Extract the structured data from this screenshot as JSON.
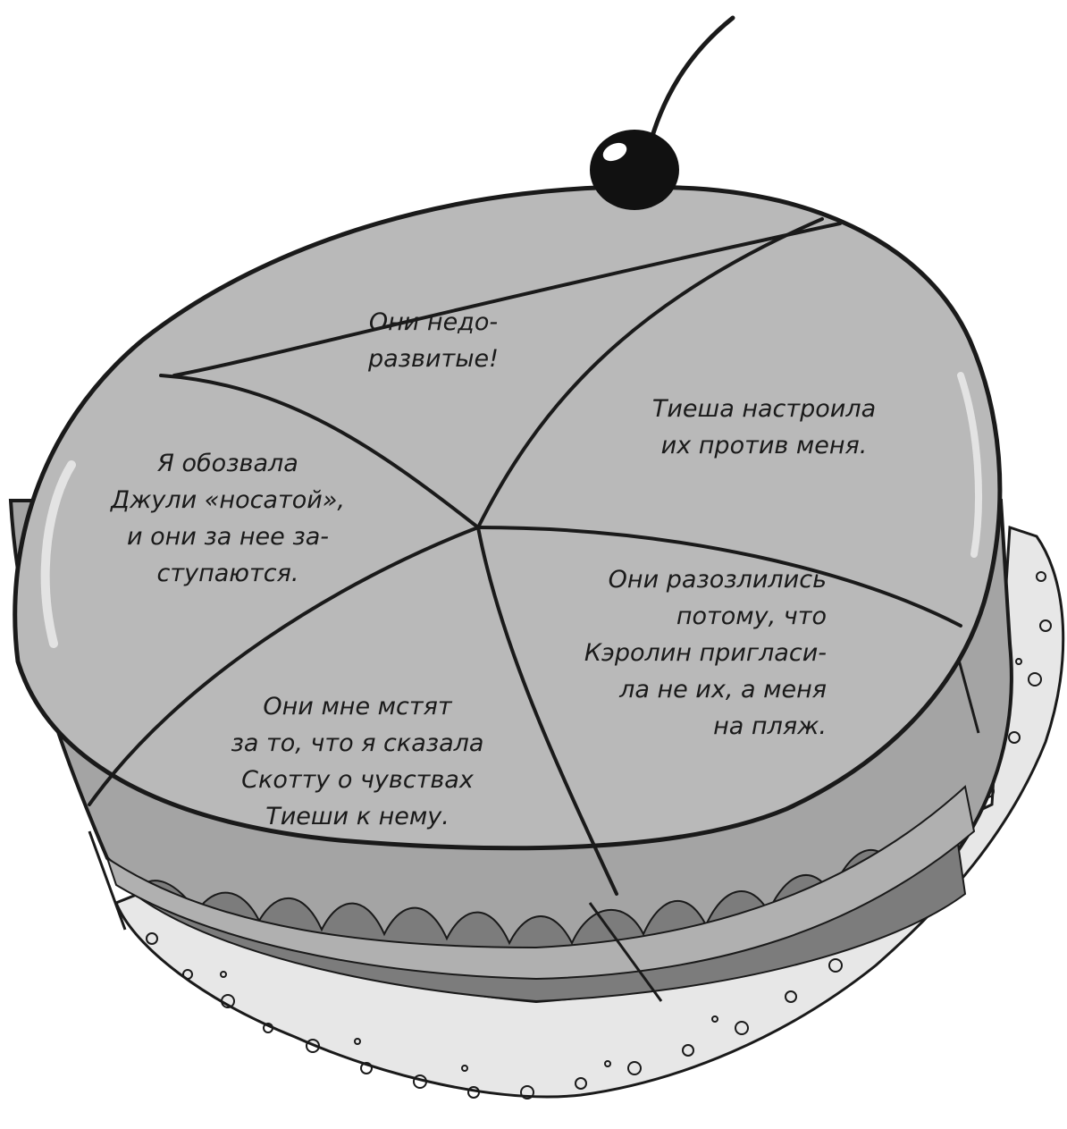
{
  "slices": [
    {
      "id": "top",
      "lines": [
        "Они недо-",
        "развитые!"
      ]
    },
    {
      "id": "right",
      "lines": [
        "Тиеша настроила",
        "их против меня."
      ]
    },
    {
      "id": "left",
      "lines": [
        "Я обозвала",
        "Джули «носатой»,",
        "и они за нее за-",
        "ступаются."
      ]
    },
    {
      "id": "bottom-right",
      "lines": [
        "Они разозлились",
        "потому, что",
        "Кэролин пригласи-",
        "ла не их, а меня",
        "на пляж."
      ]
    },
    {
      "id": "bottom-left",
      "lines": [
        "Они мне мстят",
        "за то, что я сказала",
        "Скотту о чувствах",
        "Тиеши к нему."
      ]
    }
  ],
  "colors": {
    "frosting": "#b9b9b9",
    "cake_side": "#a4a4a4",
    "filling": "#7c7c7c",
    "doily": "#e7e7e7",
    "ink": "#1a1a1a",
    "cherry": "#111111"
  },
  "icons": [
    "cherry-icon",
    "doily-icon"
  ]
}
